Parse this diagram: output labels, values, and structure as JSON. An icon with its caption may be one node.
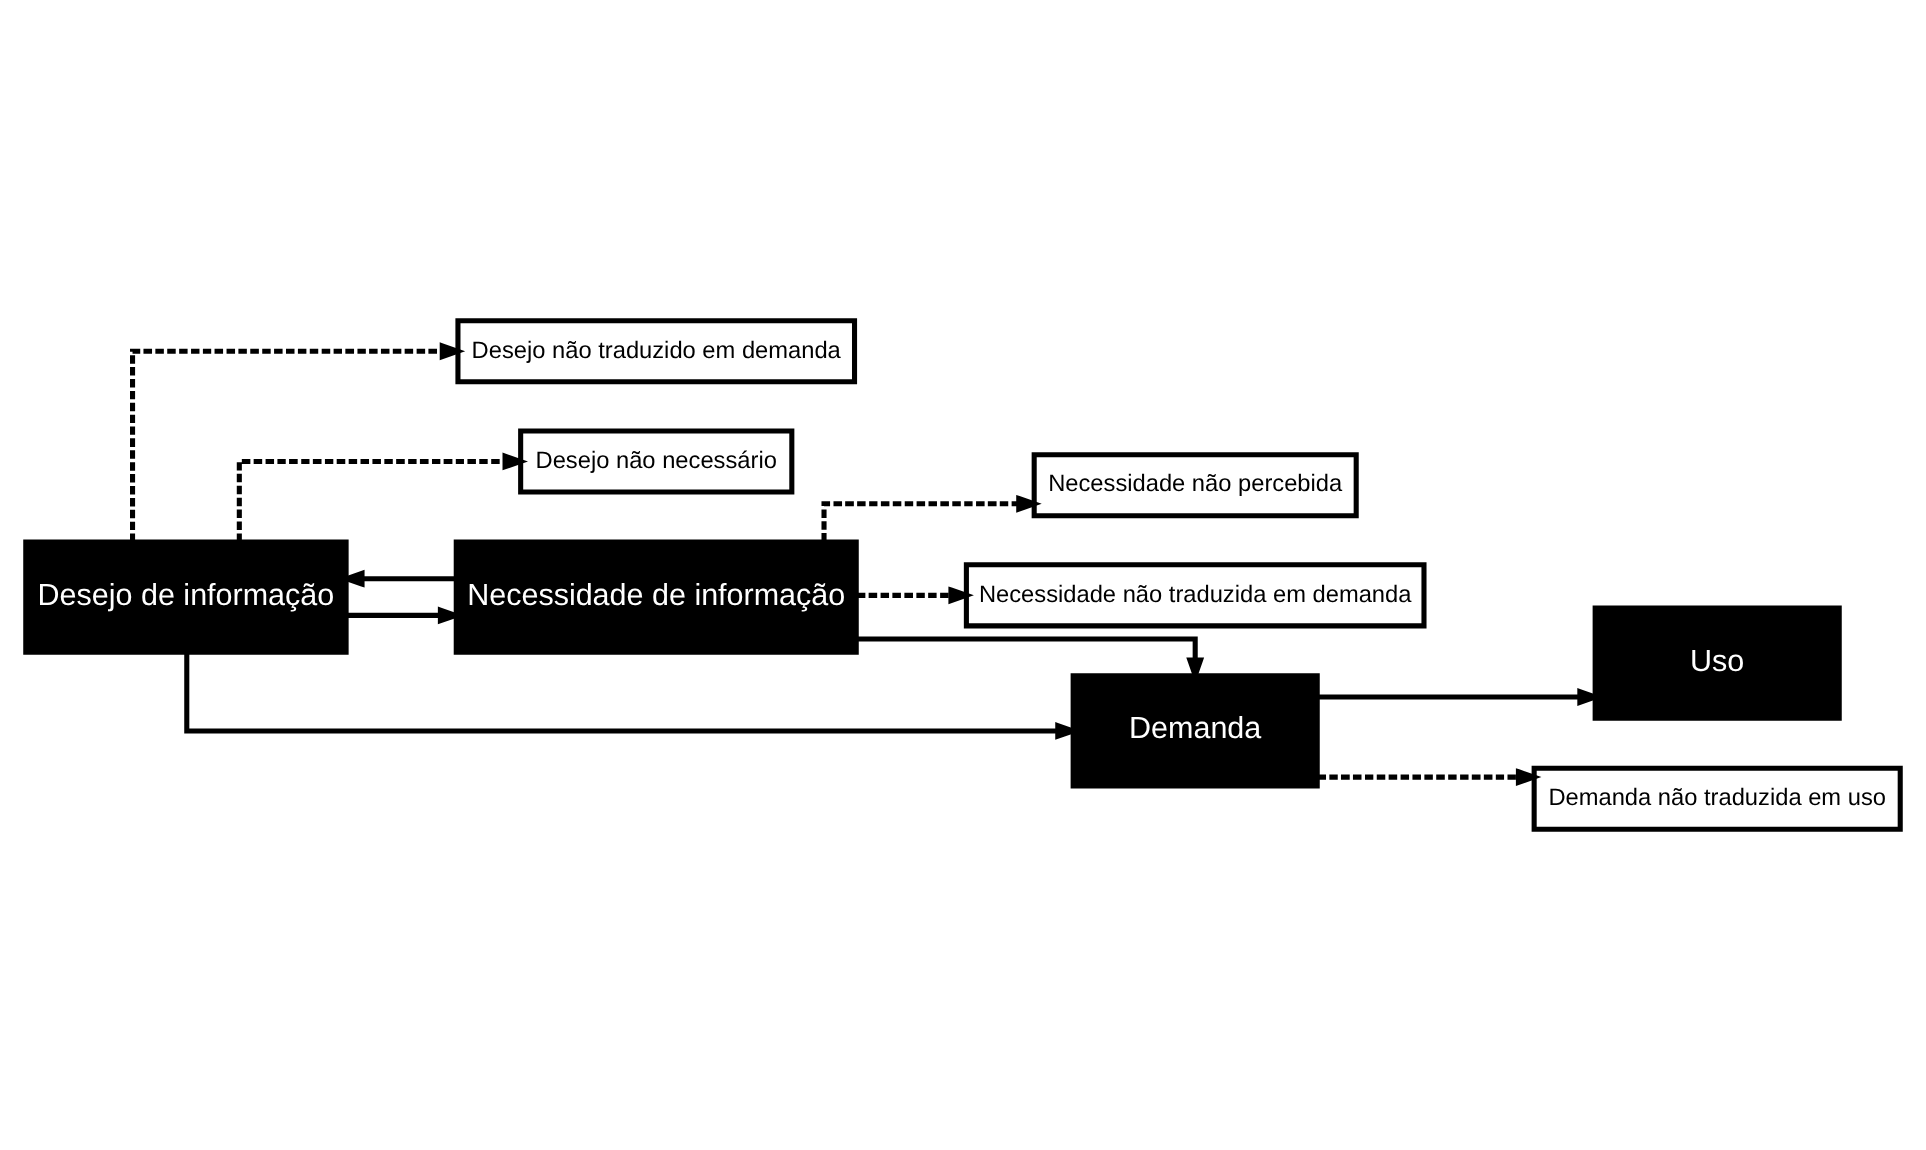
{
  "diagram": {
    "nodes": [
      {
        "text": [
          "Desejo de informação"
        ]
      },
      {
        "text": [
          "Desejo não traduzido em demanda"
        ]
      },
      {
        "text": [
          "Desejo não necessário"
        ]
      },
      {
        "text": [
          "Necessidade de informação"
        ]
      },
      {
        "text": [
          "Necessidade não percebida"
        ]
      },
      {
        "text": [
          "Demanda"
        ]
      },
      {
        "text": [
          "Uso"
        ]
      },
      {
        "text": [
          "Demanda não traduzida em uso"
        ]
      },
      {
        "text": [
          "Necessidade não traduzida em demanda"
        ]
      }
    ],
    "edges": [
      {
        "from": 0,
        "to": 1,
        "arrow": "to",
        "style": "dashed"
      },
      {
        "from": 0,
        "to": 5,
        "arrow": "to"
      },
      {
        "from": 0,
        "to": 2,
        "arrow": "to",
        "style": "dashed"
      },
      {
        "from": 0,
        "to": 3,
        "arrow": "to"
      },
      {
        "from": 3,
        "to": 0,
        "arrow": "to"
      },
      {
        "from": 3,
        "to": 4,
        "arrow": "to",
        "style": "dashed"
      },
      {
        "from": 3,
        "to": 5,
        "arrow": "to"
      },
      {
        "from": 3,
        "to": 8,
        "arrow": "to",
        "style": "dashed"
      },
      {
        "from": 5,
        "to": 6,
        "arrow": "to"
      },
      {
        "from": 5,
        "to": 7,
        "arrow": "to",
        "style": "dashed"
      }
    ]
  }
}
